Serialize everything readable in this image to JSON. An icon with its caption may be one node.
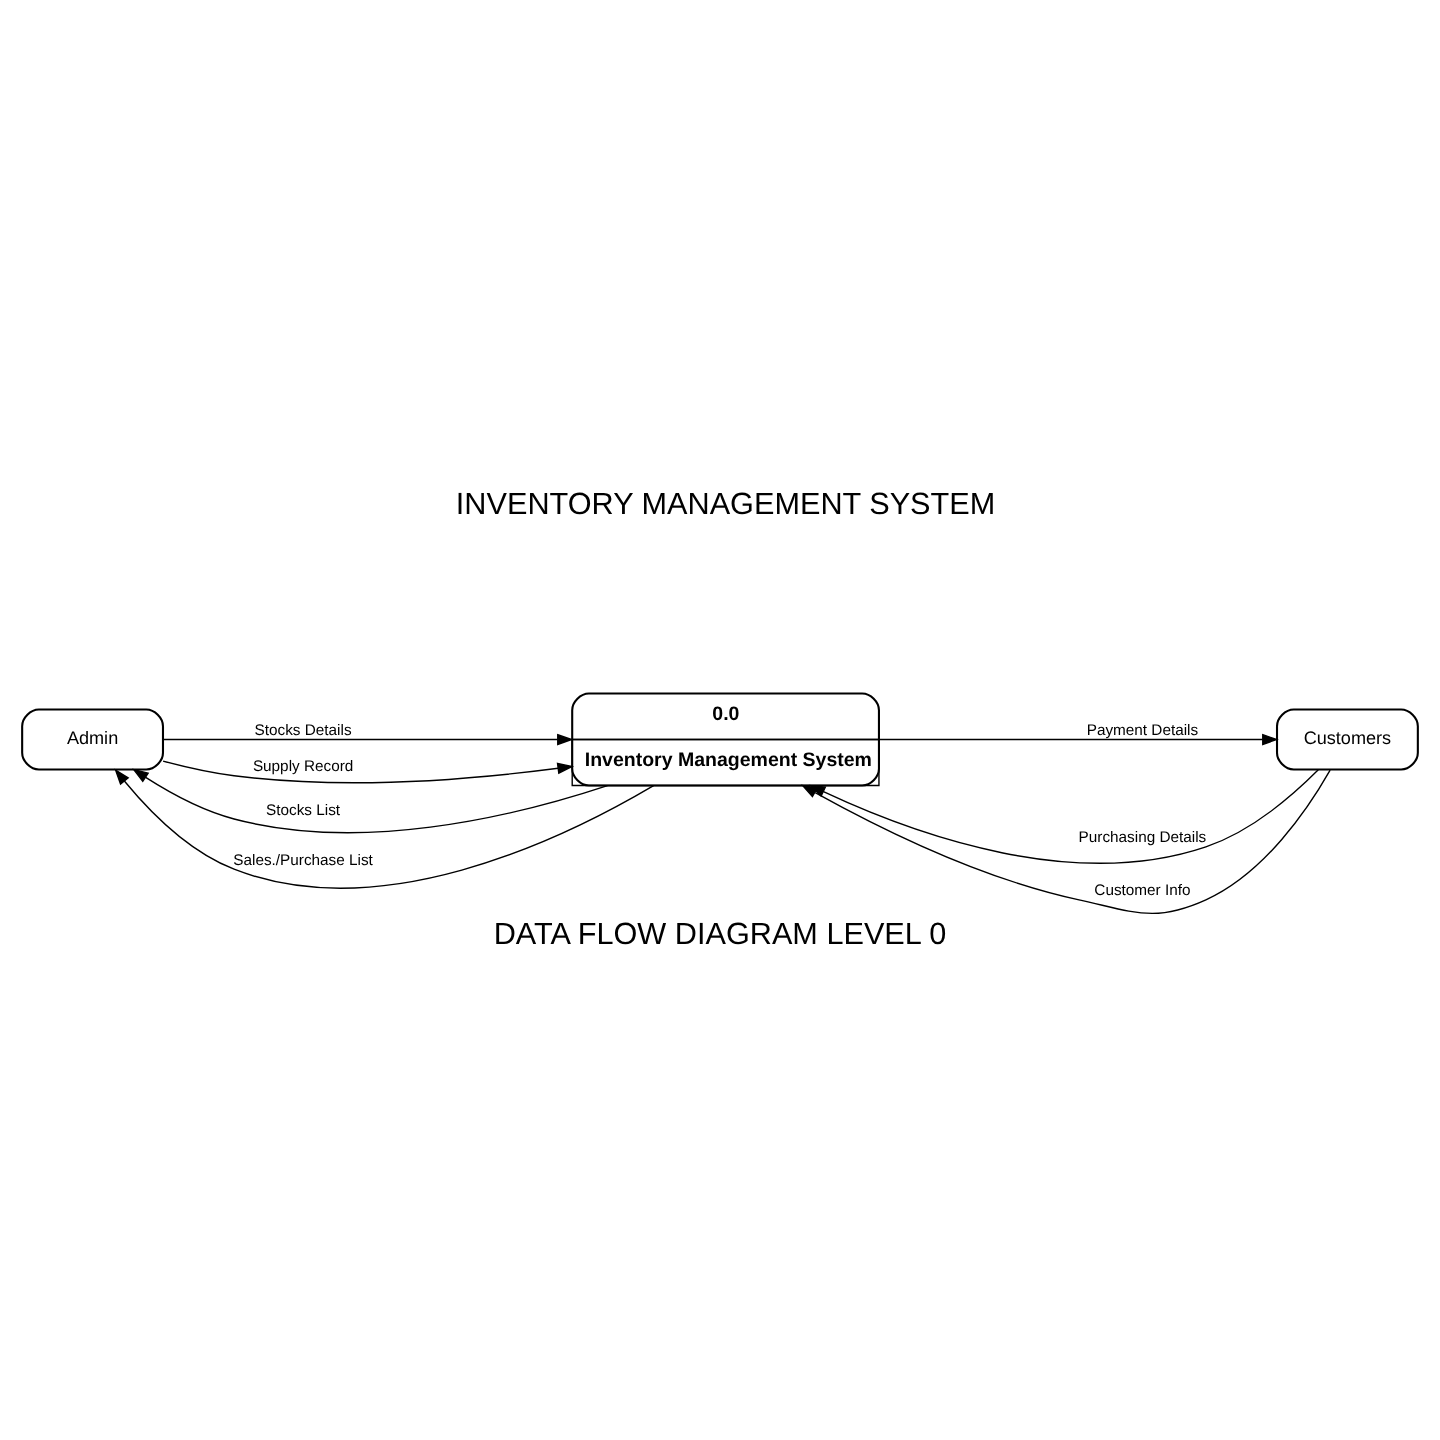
{
  "diagram": {
    "title": "INVENTORY MANAGEMENT SYSTEM",
    "caption": "DATA FLOW DIAGRAM LEVEL 0",
    "nodes": [
      {
        "text": [
          "Admin"
        ]
      },
      {
        "text": [
          "0.0",
          "Inventory Management System"
        ]
      },
      {
        "text": [
          "Customers"
        ]
      }
    ],
    "edges": [
      {
        "from": 0,
        "to": 1,
        "arrow": "to",
        "label": "Stocks Details"
      },
      {
        "from": 0,
        "to": 1,
        "arrow": "to",
        "label": "Supply Record"
      },
      {
        "from": 2,
        "to": 1,
        "arrow": "to",
        "label": "Purchasing Details"
      },
      {
        "from": 2,
        "to": 1,
        "arrow": "to",
        "label": "Customer Info"
      },
      {
        "from": 1,
        "to": 0,
        "arrow": "to",
        "label": "Stocks List"
      },
      {
        "from": 1,
        "to": 0,
        "arrow": "to",
        "label": "Sales./Purchase List"
      },
      {
        "from": 1,
        "to": 2,
        "arrow": "to",
        "label": "Payment Details"
      }
    ]
  }
}
